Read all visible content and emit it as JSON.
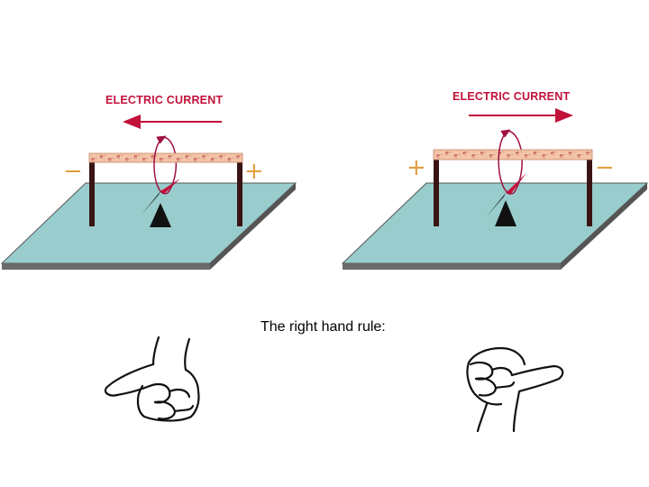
{
  "left_panel": {
    "current_label": "ELECTRIC CURRENT",
    "current_direction": "left",
    "left_terminal": "−",
    "right_terminal": "+",
    "electron_label": "e⁻"
  },
  "right_panel": {
    "current_label": "ELECTRIC CURRENT",
    "current_direction": "right",
    "left_terminal": "+",
    "right_terminal": "−",
    "electron_label": "e⁻"
  },
  "caption": "The right hand rule:",
  "colors": {
    "current_label": "#c2123a",
    "wire": "#f3c4a6",
    "electron": "#b0334a",
    "posts": "#3a1414",
    "plate_top": "#99cccc",
    "plate_edge": "#6b6b6b",
    "terminal_sign": "#e0a040",
    "field_loop": "#a01040",
    "needle_red": "#c8103a",
    "needle_black": "#111111"
  },
  "icons": [
    "left-hand-thumb-left-icon",
    "right-hand-thumb-right-icon"
  ]
}
